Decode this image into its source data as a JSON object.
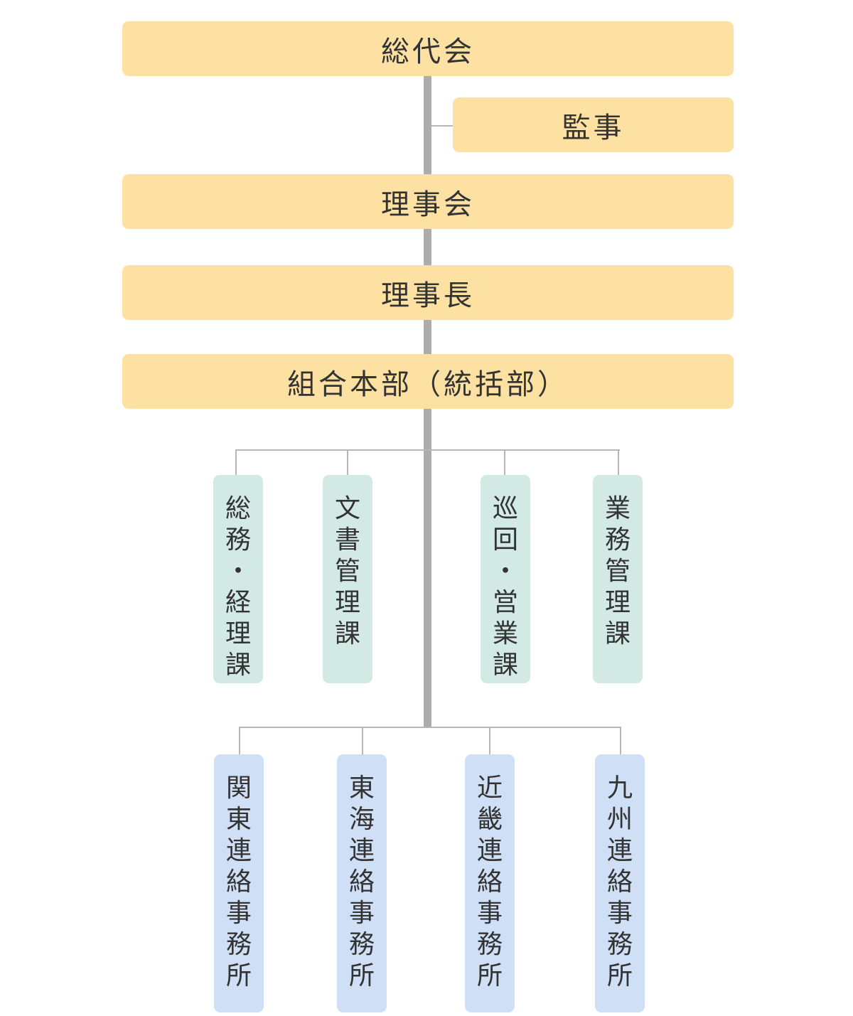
{
  "colors": {
    "top_box": "#fde1a3",
    "section_box": "#d2eae3",
    "office_box": "#cfdff6",
    "connector": "#b6b6b6"
  },
  "top": {
    "general_assembly": "総代会",
    "auditor": "監事",
    "board": "理事会",
    "chairman": "理事長",
    "headquarters": "組合本部（統括部）"
  },
  "sections": [
    "総務・経理課",
    "文書管理課",
    "巡回・営業課",
    "業務管理課"
  ],
  "offices": [
    "関東連絡事務所",
    "東海連絡事務所",
    "近畿連絡事務所",
    "九州連絡事務所"
  ]
}
